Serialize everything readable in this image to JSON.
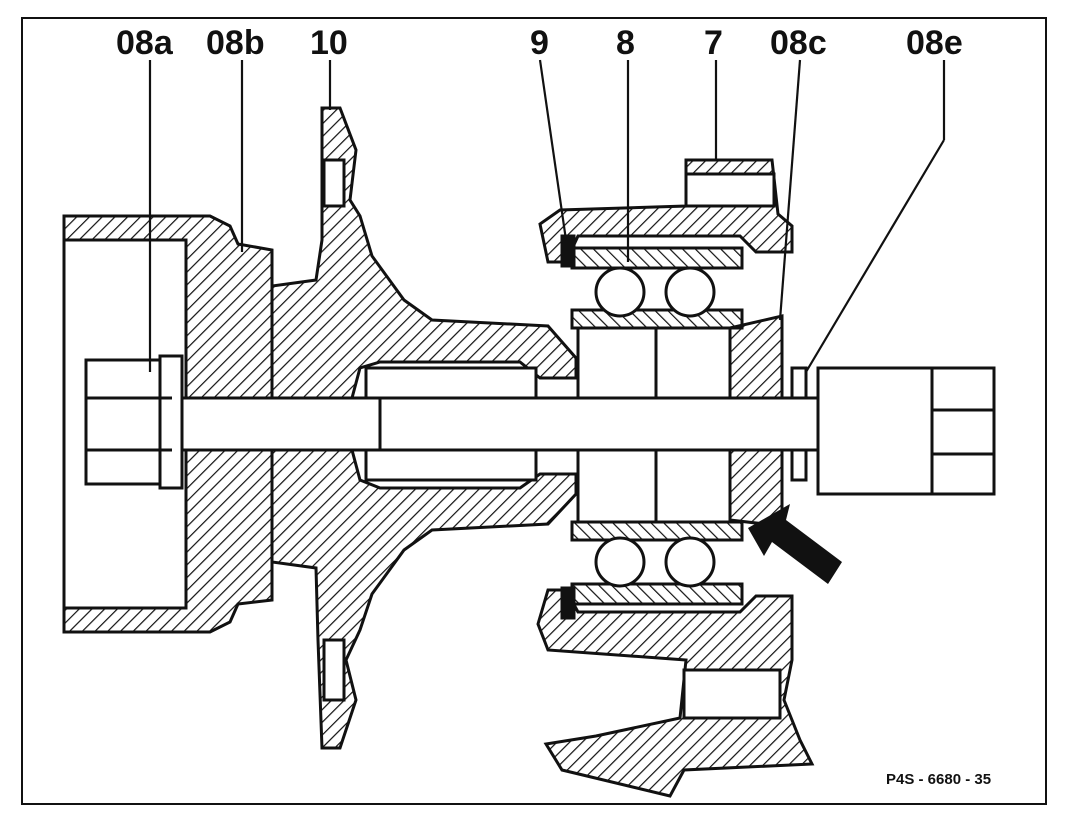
{
  "callouts": {
    "c08a": "08a",
    "c08b": "08b",
    "c10": "10",
    "c9": "9",
    "c8": "8",
    "c7": "7",
    "c08c": "08c",
    "c08e": "08e"
  },
  "reference": "P4S - 6680 - 35",
  "colors": {
    "ink": "#111111",
    "paper": "#ffffff"
  }
}
